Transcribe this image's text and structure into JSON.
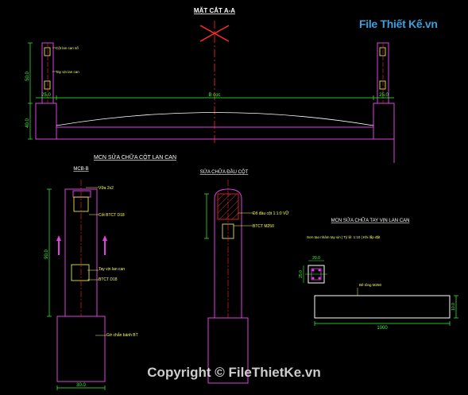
{
  "section_aa": {
    "title": "MẶT CẮT A-A",
    "height_top": "50.0",
    "height_bottom": "40.0",
    "post_width_left": "25.0",
    "post_width_right": "25.0",
    "deck_span": "B cọc",
    "note_post": "Cột lan can số",
    "note_rail": "Tay vịn lan can"
  },
  "repair_post": {
    "heading": "MCN SỬA CHỮA CỘT LAN CAN",
    "elevation_label": "MCB-B",
    "head_repair_label": "SỬA CHỮA ĐẦU CỘT",
    "callout_top": "Vữa 2x2",
    "callout_steel": "Cốt BTCT D18",
    "callout_rail": "Tay vịn lan can",
    "callout_concrete": "BTCT D18",
    "callout_base": "Gờ chắn bánh BT",
    "callout_replace": "Đổ đầu cột 1:1:0 VỮ",
    "callout_grade": "BTCT M250",
    "height_label": "90.0",
    "width_label": "30.0"
  },
  "handrail": {
    "heading": "MCN SỬA CHỮA TAY VỊN LAN CAN",
    "note": "Sơn tạo nhám tay vịn | Tỷ lệ: 1:10 | Khi lắp đặt",
    "section_w": "20.0",
    "section_h": "25.0",
    "grade_label": "Bê tông M250",
    "length_label": "1000",
    "height_label": "10.0"
  },
  "brand": {
    "logo_text": "File Thiết Kế.vn",
    "copyright": "Copyright © FileThietKe.vn"
  },
  "colors": {
    "outline": "#e040e0",
    "dimension": "#33ff33",
    "axis": "#ff2a2a",
    "text_yellow": "#ffff55",
    "text_white": "#ffffff",
    "background": "#000000"
  }
}
